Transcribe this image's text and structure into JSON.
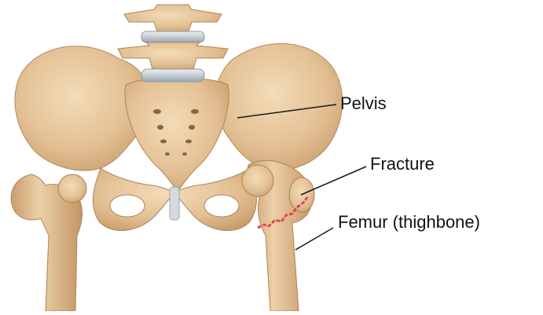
{
  "labels": {
    "pelvis": "Pelvis",
    "fracture": "Fracture",
    "femur": "Femur (thighbone)"
  },
  "colors": {
    "bone": "#e6c59a",
    "bone_shadow": "#c79f6e",
    "bone_dark": "#a77d4e",
    "cartilage": "#cfd6dc",
    "fracture": "#e0484f",
    "leader_line": "#1a1a1a"
  }
}
